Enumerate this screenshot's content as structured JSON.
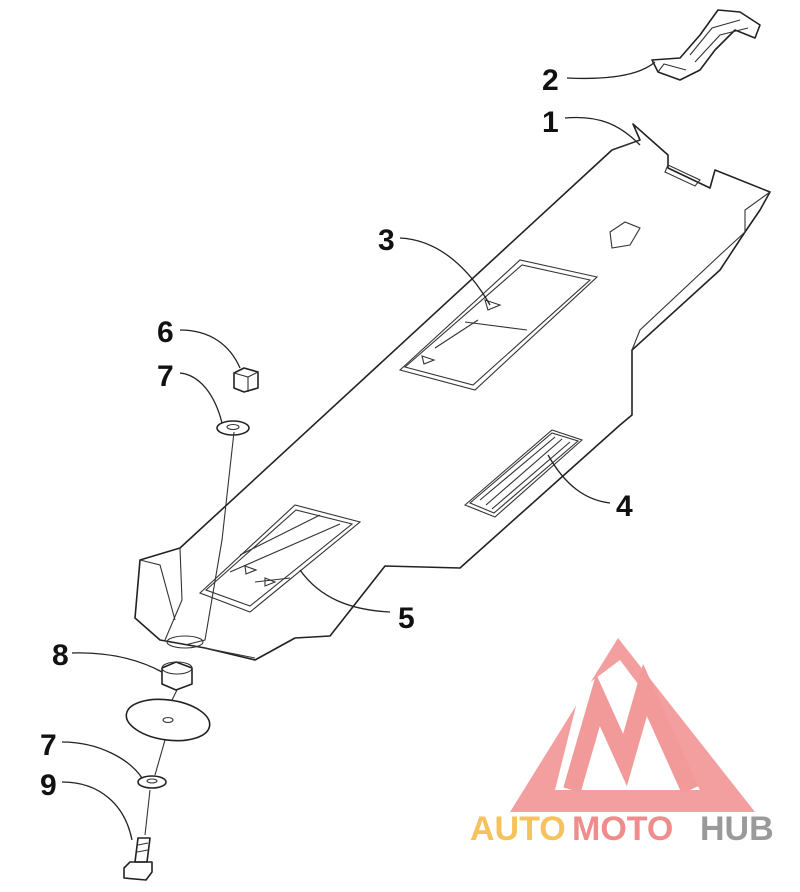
{
  "diagram": {
    "callouts": [
      {
        "id": "c1",
        "label": "1"
      },
      {
        "id": "c2",
        "label": "2"
      },
      {
        "id": "c3",
        "label": "3"
      },
      {
        "id": "c4",
        "label": "4"
      },
      {
        "id": "c5",
        "label": "5"
      },
      {
        "id": "c6",
        "label": "6"
      },
      {
        "id": "c7a",
        "label": "7"
      },
      {
        "id": "c7b",
        "label": "7"
      },
      {
        "id": "c8",
        "label": "8"
      },
      {
        "id": "c9",
        "label": "9"
      }
    ]
  },
  "watermark": {
    "part1": "AUTO",
    "part2": "MOTO",
    "part3": "HUB",
    "colors": {
      "triangle": "#f08c8c",
      "auto": "#f5c25c",
      "moto": "#f08c8c",
      "hub": "#9a9a9a"
    }
  }
}
